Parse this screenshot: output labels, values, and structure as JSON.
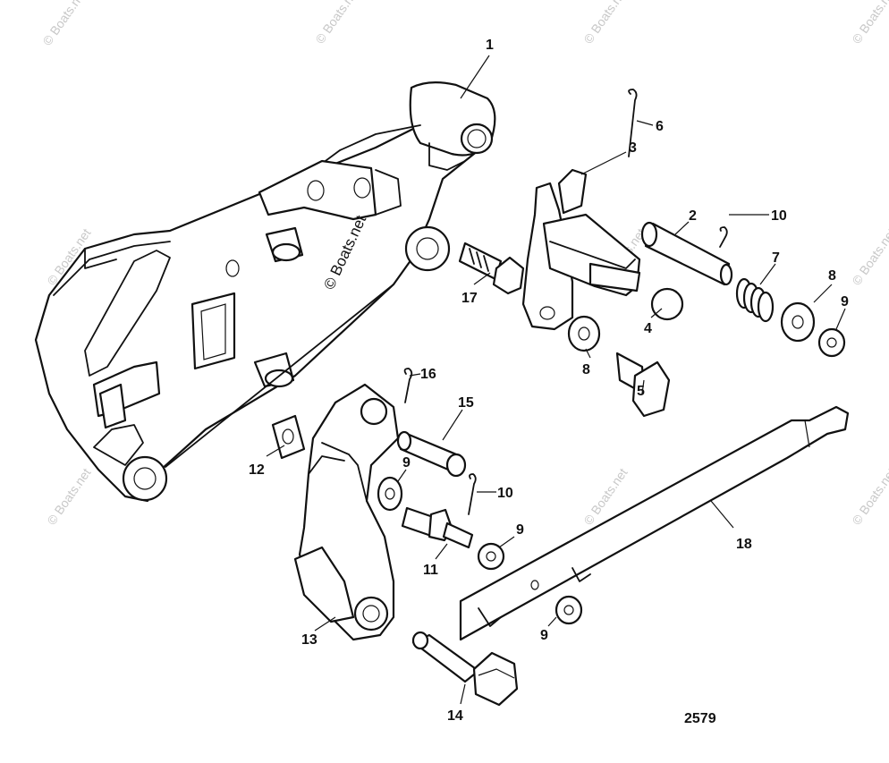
{
  "watermark": "© Boats.net",
  "figure_number": "2579",
  "callouts": [
    "1",
    "2",
    "3",
    "4",
    "5",
    "6",
    "7",
    "8",
    "9",
    "10",
    "11",
    "12",
    "13",
    "14",
    "15",
    "16",
    "17",
    "18"
  ]
}
